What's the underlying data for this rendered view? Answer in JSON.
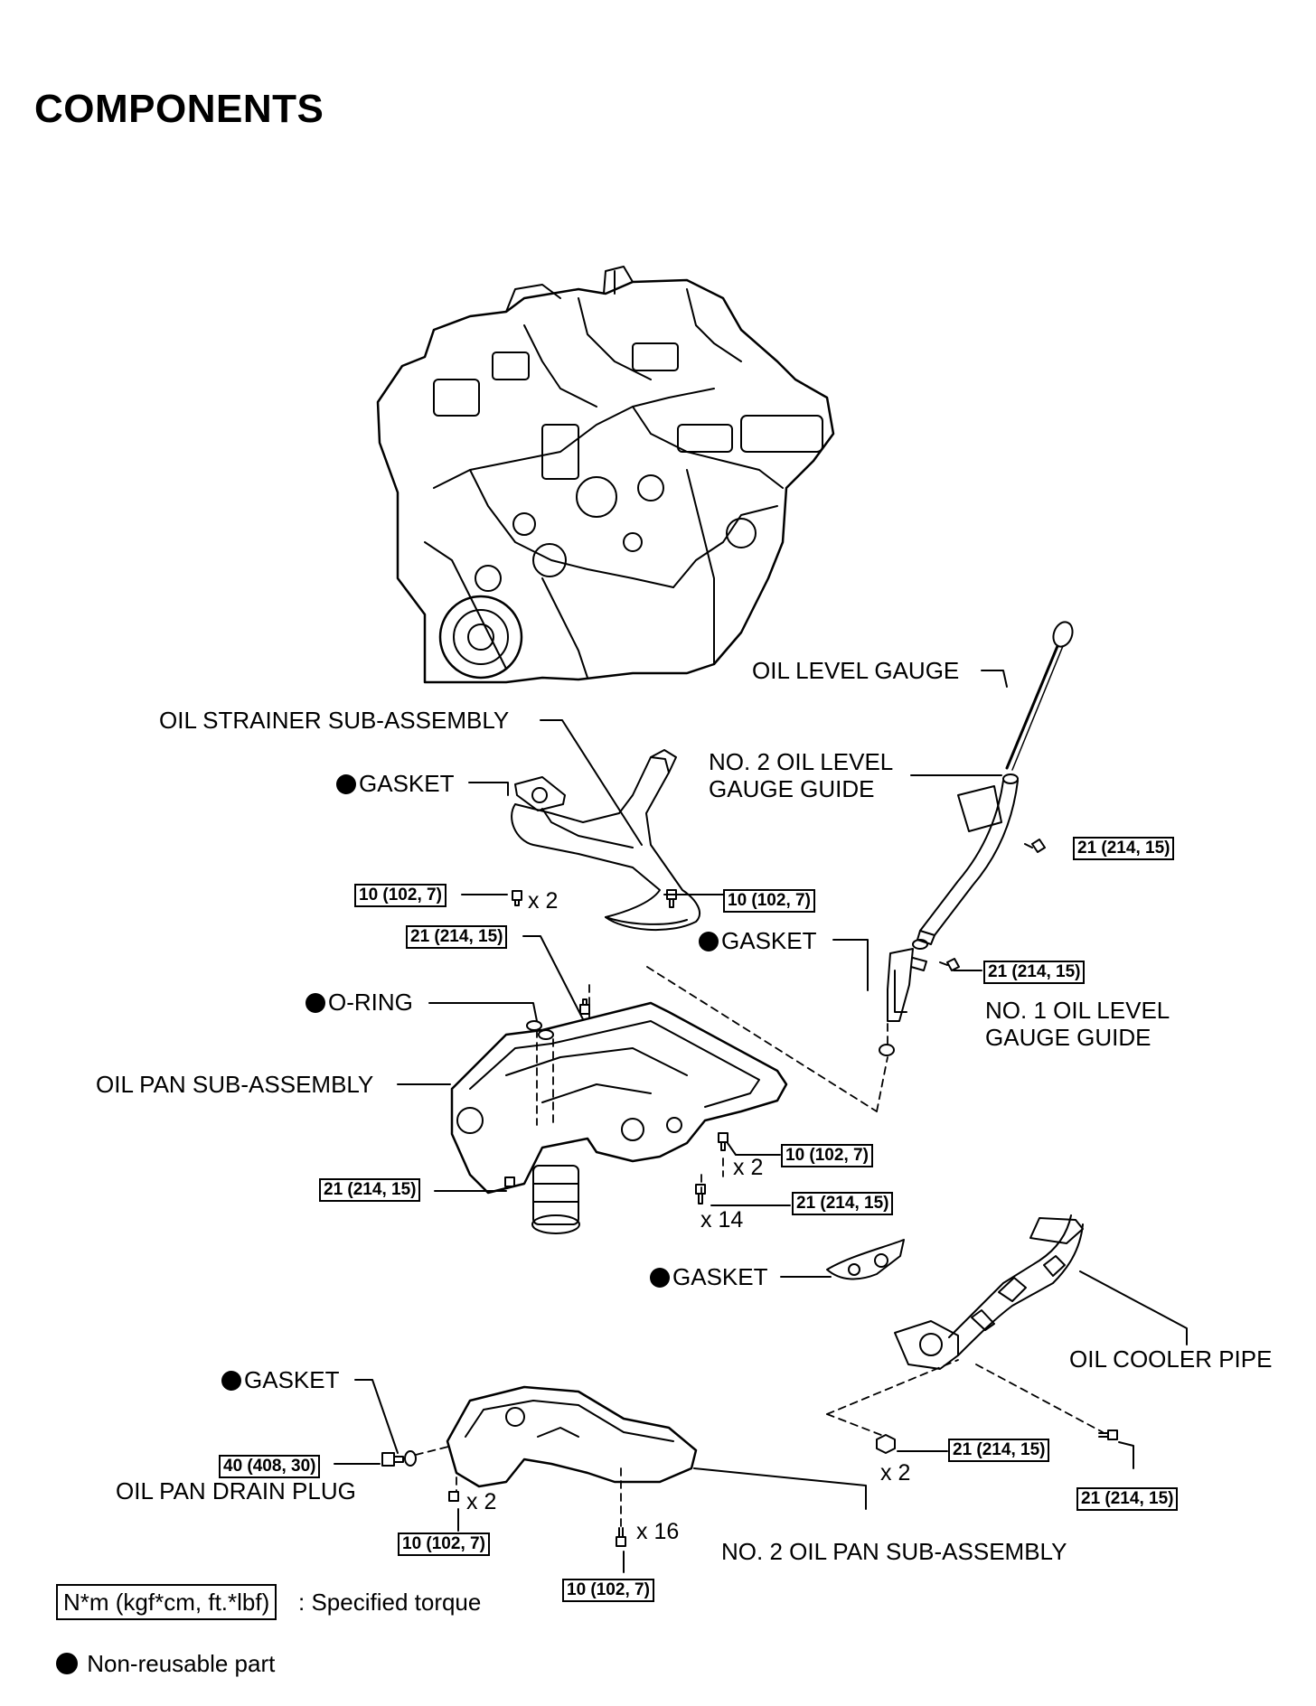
{
  "title": "COMPONENTS",
  "labels": {
    "oil_level_gauge": "OIL LEVEL GAUGE",
    "oil_strainer": "OIL STRAINER SUB-ASSEMBLY",
    "no2_gauge_guide": "NO. 2 OIL LEVEL\nGAUGE GUIDE",
    "gasket": "GASKET",
    "o_ring": "O-RING",
    "no1_gauge_guide": "NO. 1 OIL LEVEL\nGAUGE GUIDE",
    "oil_pan": "OIL PAN SUB-ASSEMBLY",
    "oil_cooler_pipe": "OIL COOLER PIPE",
    "drain_plug": "OIL PAN DRAIN PLUG",
    "no2_oil_pan": "NO. 2 OIL PAN SUB-ASSEMBLY"
  },
  "torques": {
    "t10": "10 (102, 7)",
    "t21": "21 (214, 15)",
    "t40": "40 (408, 30)"
  },
  "counts": {
    "x2": "x 2",
    "x14": "x 14",
    "x16": "x 16"
  },
  "legend": {
    "torque_unit": "N*m (kgf*cm, ft.*lbf)",
    "torque_desc": ": Specified torque",
    "non_reusable": "Non-reusable part"
  }
}
